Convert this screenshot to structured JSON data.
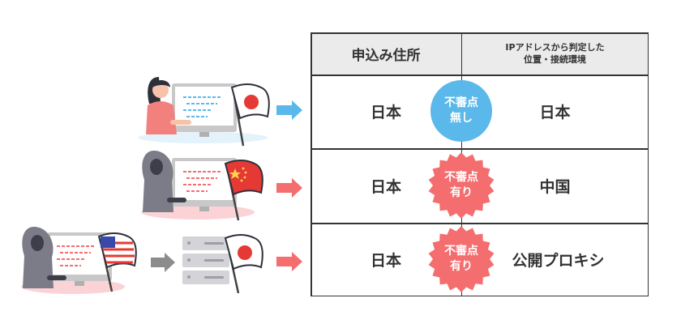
{
  "table": {
    "headers": [
      "申込み住所",
      "IPアドレスから判定した",
      "位置・接続環境"
    ],
    "rows": [
      {
        "address": "日本",
        "status_line1": "不審点",
        "status_line2": "無し",
        "ip_location": "日本"
      },
      {
        "address": "日本",
        "status_line1": "不審点",
        "status_line2": "有り",
        "ip_location": "中国"
      },
      {
        "address": "日本",
        "status_line1": "不審点",
        "status_line2": "有り",
        "ip_location": "公開プロキシ"
      }
    ]
  },
  "colors": {
    "ok": "#5bb8ea",
    "alert": "#f46d6f",
    "header_bg": "#ebebeb",
    "border": "#333333",
    "person_ok": "#f2807c",
    "person_hacker": "#7b7c88",
    "shadow_pink": "#fbd3d6",
    "arrow_gray": "#8c8c8c"
  }
}
